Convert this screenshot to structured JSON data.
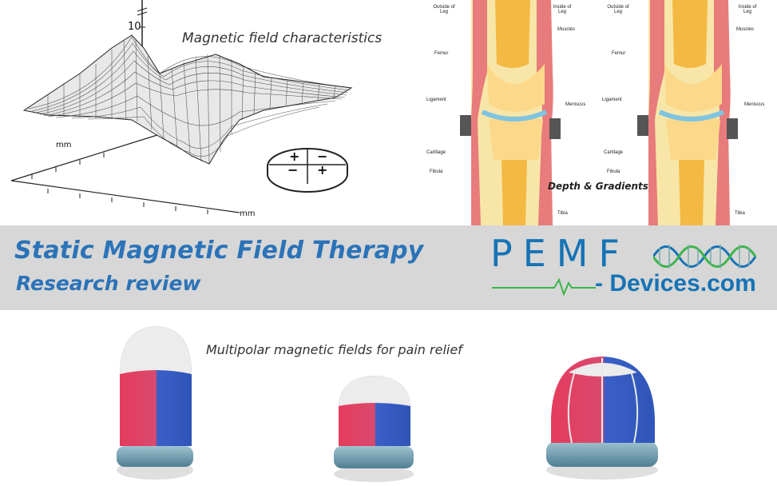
{
  "top_left": {
    "caption": "Magnetic field characteristics",
    "axis_tick": "10",
    "axis_unit_left": "mm",
    "axis_unit_bottom": "mm",
    "magnet_signs": [
      "+",
      "−",
      "−",
      "+"
    ]
  },
  "knee_diagram": {
    "outside_label": "Outside of Leg",
    "inside_label": "Inside of Leg",
    "parts": [
      "Muscles",
      "Femur",
      "Ligament",
      "Meniscus",
      "Cartilage",
      "Fibula",
      "Tibia"
    ],
    "caption": "Depth & Gradients"
  },
  "banner": {
    "title": "Static Magnetic Field Therapy",
    "subtitle": "Research review",
    "logo_main": "PEMF",
    "logo_domain": "- Devices.com"
  },
  "bottom": {
    "caption": "Multipolar magnetic fields for pain relief"
  },
  "colors": {
    "banner_bg": "#d7d7d7",
    "brand_blue": "#2b73b8",
    "brand_green": "#3bb54a"
  }
}
